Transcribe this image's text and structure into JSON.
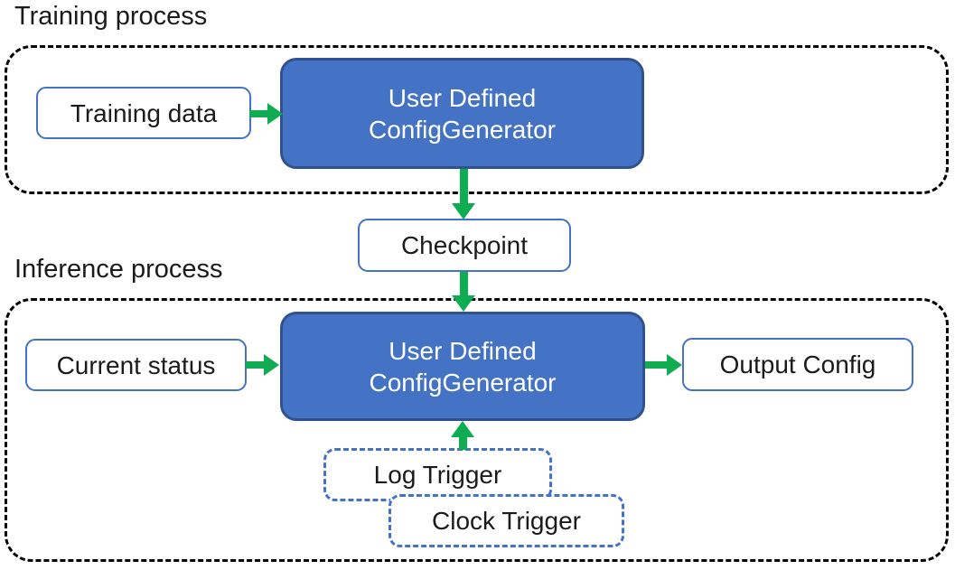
{
  "diagram": {
    "training": {
      "title": "Training process",
      "input_label": "Training data",
      "generator_line1": "User Defined",
      "generator_line2": "ConfigGenerator"
    },
    "checkpoint_label": "Checkpoint",
    "inference": {
      "title": "Inference process",
      "input_label": "Current status",
      "generator_line1": "User Defined",
      "generator_line2": "ConfigGenerator",
      "output_label": "Output Config",
      "log_trigger_label": "Log Trigger",
      "clock_trigger_label": "Clock Trigger"
    },
    "colors": {
      "node_fill": "#4472C4",
      "node_border": "#2F528F",
      "outline_blue": "#4472C4",
      "arrow_green": "#10AC52",
      "container_border": "#000000",
      "text_dark": "#1b1b1b",
      "text_light": "#ffffff"
    }
  }
}
